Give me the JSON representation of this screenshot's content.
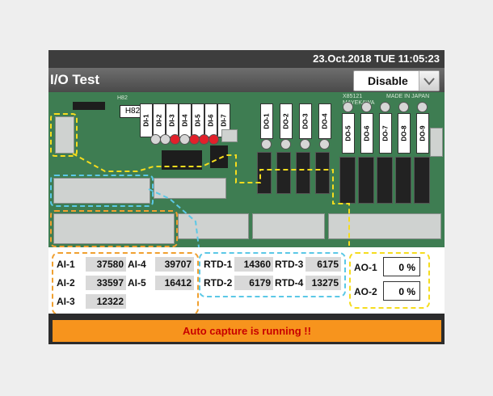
{
  "status": {
    "datetime": "23.Oct.2018 TUE 11:05:23"
  },
  "header": {
    "title": "I/O Test",
    "mode_value": "Disable"
  },
  "board": {
    "silk_model": "H82",
    "silk_top": "X85121",
    "silk_made": "MADE IN JAPAN",
    "silk_brand": "MAYEKAWA",
    "di_labels": [
      "DI-1",
      "DI-2",
      "DI-3",
      "DI-4",
      "DI-5",
      "DI-6",
      "DI-7"
    ],
    "di_states": [
      0,
      0,
      1,
      0,
      1,
      1,
      1
    ],
    "do_labels_top": [
      "DO-1",
      "DO-2",
      "DO-3",
      "DO-4"
    ],
    "do_labels_right": [
      "DO-5",
      "DO-6",
      "DO-7",
      "DO-8",
      "DO-9"
    ]
  },
  "analog_inputs": [
    {
      "label": "AI-1",
      "value": "37580"
    },
    {
      "label": "AI-2",
      "value": "33597"
    },
    {
      "label": "AI-3",
      "value": "12322"
    },
    {
      "label": "AI-4",
      "value": "39707"
    },
    {
      "label": "AI-5",
      "value": "16412"
    }
  ],
  "rtd": [
    {
      "label": "RTD-1",
      "value": "14360"
    },
    {
      "label": "RTD-2",
      "value": "6179"
    },
    {
      "label": "RTD-3",
      "value": "6175"
    },
    {
      "label": "RTD-4",
      "value": "13275"
    }
  ],
  "analog_outputs": [
    {
      "label": "AO-1",
      "value": "0 %"
    },
    {
      "label": "AO-2",
      "value": "0 %"
    }
  ],
  "toast": {
    "message": "Auto capture is running !!"
  },
  "colors": {
    "ai_highlight": "#f0a030",
    "rtd_highlight": "#5bc8e6",
    "ao_highlight": "#f5dc1e",
    "toast_bg": "#f7941d",
    "toast_text": "#c80000",
    "board_green": "#3e7d52"
  }
}
